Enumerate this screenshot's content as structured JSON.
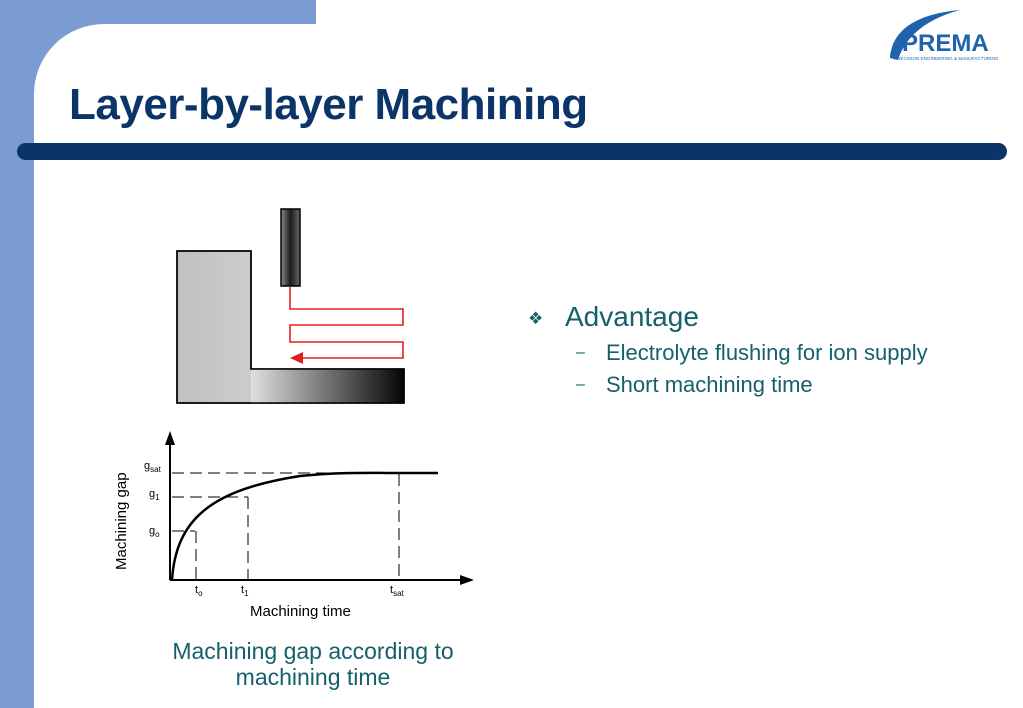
{
  "slide": {
    "title": "Layer-by-layer Machining"
  },
  "logo": {
    "name": "PREMA",
    "tagline": "PRECISION ENGINEERING & MANUFACTURING"
  },
  "figure": {
    "y_axis_label": "Machining gap",
    "x_axis_label": "Machining time",
    "g_sat_main": "g",
    "g_sat_sub": "sat",
    "g1_main": "g",
    "g1_sub": "1",
    "go_main": "g",
    "go_sub": "o",
    "to_main": "t",
    "to_sub": "o",
    "t1_main": "t",
    "t1_sub": "1",
    "tsat_main": "t",
    "tsat_sub": "sat"
  },
  "bullets": {
    "main": "Advantage",
    "items": [
      "Electrolyte flushing for ion supply",
      "Short machining time"
    ]
  },
  "caption": {
    "text": "Machining gap according to machining time"
  },
  "colors": {
    "navy": "#0b3468",
    "teal": "#15606a",
    "band": "#7b9bd3",
    "tool_path": "#e02020"
  }
}
